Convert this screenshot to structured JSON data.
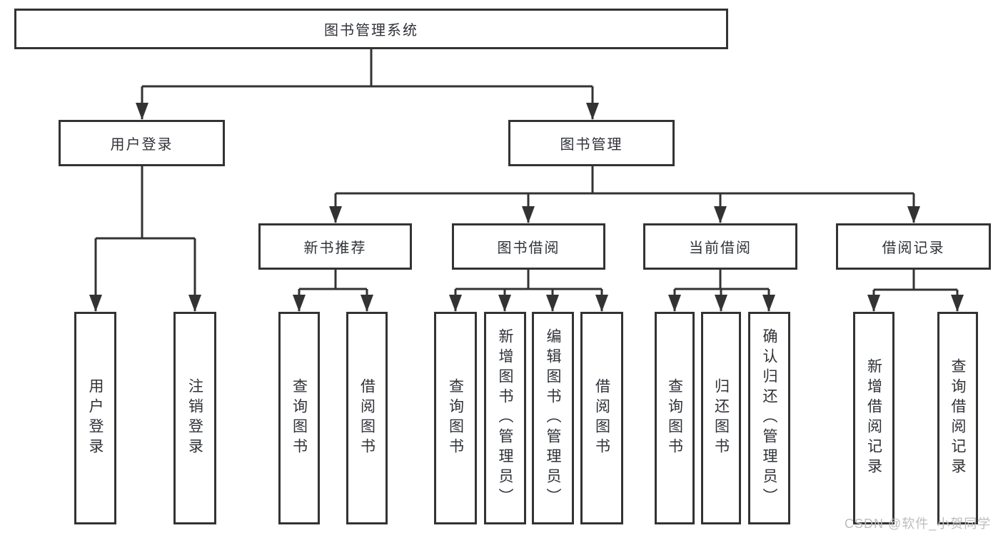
{
  "tree": {
    "label": "图书管理系统",
    "children": [
      {
        "label": "用户登录",
        "children": [
          {
            "label": "用户登录"
          },
          {
            "label": "注销登录"
          }
        ]
      },
      {
        "label": "图书管理",
        "children": [
          {
            "label": "新书推荐",
            "children": [
              {
                "label": "查询图书"
              },
              {
                "label": "借阅图书"
              }
            ]
          },
          {
            "label": "图书借阅",
            "children": [
              {
                "label": "查询图书"
              },
              {
                "label": "新增图书（管理员）"
              },
              {
                "label": "编辑图书（管理员）"
              },
              {
                "label": "借阅图书"
              }
            ]
          },
          {
            "label": "当前借阅",
            "children": [
              {
                "label": "查询图书"
              },
              {
                "label": "归还图书"
              },
              {
                "label": "确认归还（管理员）"
              }
            ]
          },
          {
            "label": "借阅记录",
            "children": [
              {
                "label": "新增借阅记录"
              },
              {
                "label": "查询借阅记录"
              }
            ]
          }
        ]
      }
    ]
  },
  "watermark": {
    "text": "CSDN @软件_小贺同学"
  },
  "colors": {
    "line": "#333333",
    "text": "#2f3237",
    "watermark": "#bdbdbd",
    "background": "#ffffff"
  }
}
